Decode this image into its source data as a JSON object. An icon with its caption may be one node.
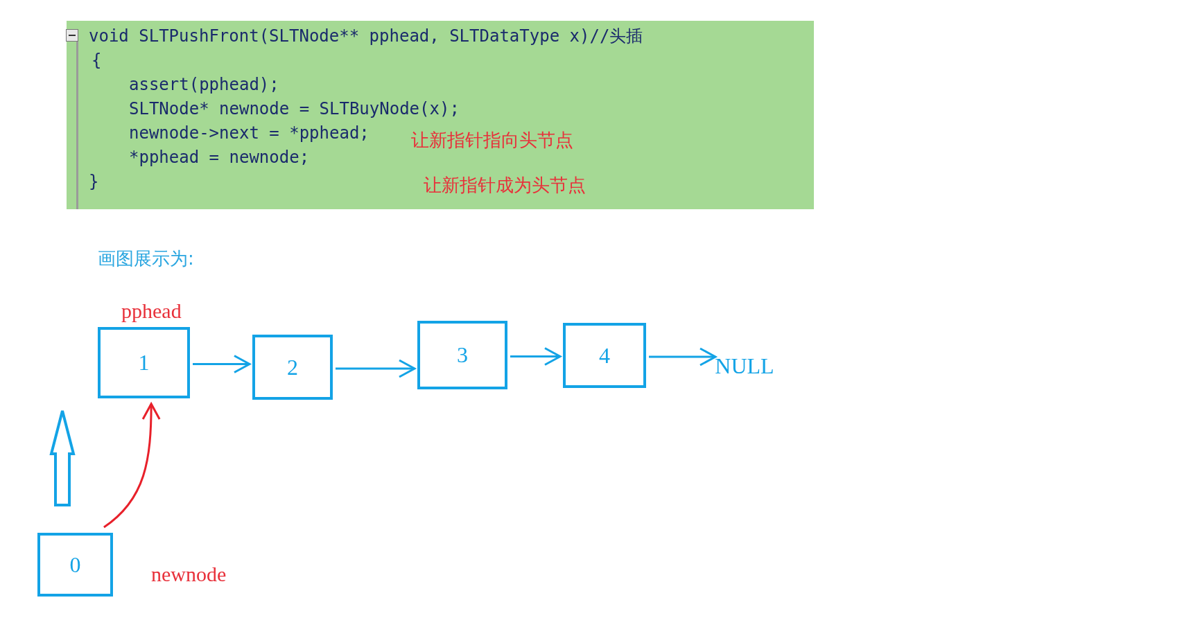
{
  "diagram": {
    "nodes": [
      {
        "text": [
          "void SLTPushFront(SLTNode** pphead, SLTDataType x)//头插",
          "{",
          "assert(pphead);",
          "SLTNode* newnode = SLTBuyNode(x);",
          "newnode->next = *pphead;",
          "*pphead = newnode;",
          "}",
          "让新指针指向头节点",
          "让新指针成为头节点"
        ]
      },
      {
        "text": [
          "1"
        ],
        "beside": [
          "pphead"
        ]
      },
      {
        "text": [
          "2"
        ]
      },
      {
        "text": [
          "3"
        ]
      },
      {
        "text": [
          "4"
        ]
      },
      {
        "text": [
          "NULL"
        ]
      },
      {
        "text": [
          "0"
        ],
        "beside": [
          "newnode"
        ]
      }
    ],
    "edges": [
      {
        "from": 1,
        "to": 2,
        "arrow": "to"
      },
      {
        "from": 2,
        "to": 3,
        "arrow": "to"
      },
      {
        "from": 3,
        "to": 4,
        "arrow": "to"
      },
      {
        "from": 4,
        "to": 5,
        "arrow": "to"
      },
      {
        "from": 6,
        "to": 1,
        "arrow": "to",
        "color": "#e8202a"
      }
    ],
    "labels": [
      "画图展示为:"
    ]
  }
}
